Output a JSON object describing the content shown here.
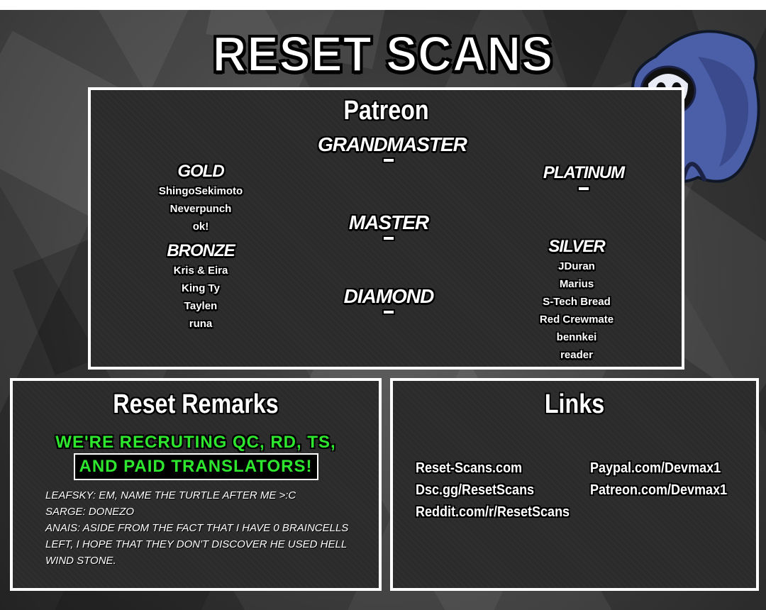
{
  "brand_title": "RESET SCANS",
  "patreon": {
    "heading": "Patreon",
    "tiers": {
      "grandmaster": {
        "name": "GRANDMASTER",
        "members": []
      },
      "master": {
        "name": "MASTER",
        "members": []
      },
      "diamond": {
        "name": "DIAMOND",
        "members": []
      },
      "gold": {
        "name": "GOLD",
        "members": [
          "ShingoSekimoto",
          "Neverpunch",
          "ok!"
        ]
      },
      "bronze": {
        "name": "BRONZE",
        "members": [
          "Kris & Eira",
          "King Ty",
          "Taylen",
          "runa"
        ]
      },
      "platinum": {
        "name": "PLATINUM",
        "members": []
      },
      "silver": {
        "name": "SILVER",
        "members": [
          "JDuran",
          "Marius",
          "S-Tech Bread",
          "Red Crewmate",
          "bennkei",
          "reader"
        ]
      }
    }
  },
  "remarks": {
    "heading": "Reset Remarks",
    "recruit_line1": "WE'RE RECRUTING QC, RD, TS,",
    "recruit_line2": "AND PAID TRANSLATORS!",
    "lines": [
      "LEAFSKY: EM, NAME THE TURTLE AFTER ME >:C",
      "SARGE: DONEZO",
      "ANAIS: ASIDE FROM THE FACT THAT I HAVE 0 BRAINCELLS",
      "LEFT, I HOPE THAT THEY DON'T DISCOVER HE USED HELL",
      "WIND STONE."
    ]
  },
  "links": {
    "heading": "Links",
    "left": [
      "Reset-Scans.com",
      "Dsc.gg/ResetScans",
      "Reddit.com/r/ResetScans"
    ],
    "right": [
      "Paypal.com/Devmax1",
      "Patreon.com/Devmax1"
    ]
  },
  "colors": {
    "recruit_green": "#2ee62e",
    "mascot_cloak": "#4b5fa8"
  },
  "icons": {
    "mascot": "hooded-masked-mascot-icon"
  }
}
